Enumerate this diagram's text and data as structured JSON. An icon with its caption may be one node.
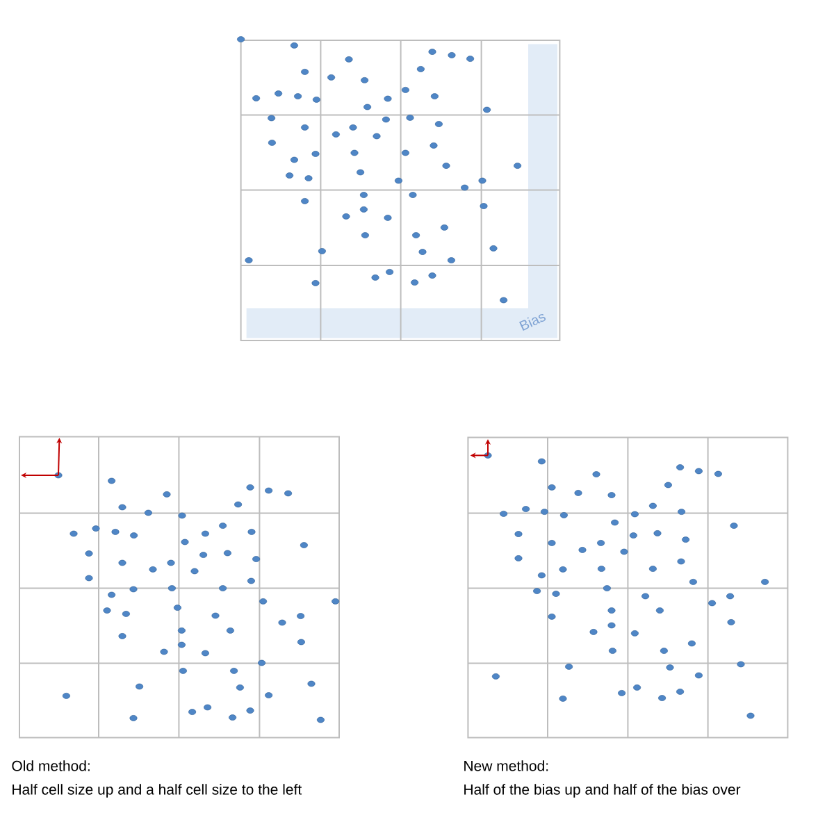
{
  "diagram": {
    "labels": [
      "Bias",
      "Old method:",
      "Half cell size up and a half cell size to the left",
      "New method:",
      "Half of the bias up and half of the bias over"
    ]
  }
}
